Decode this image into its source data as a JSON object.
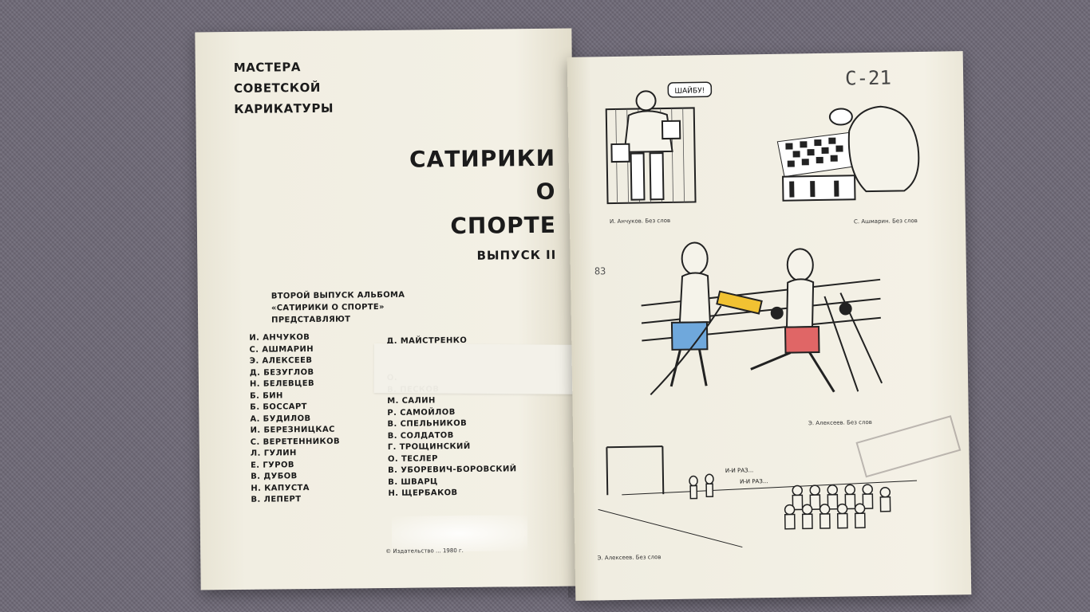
{
  "left_page": {
    "series": [
      "МАСТЕРА",
      "СОВЕТСКОЙ",
      "КАРИКАТУРЫ"
    ],
    "title_lines": [
      "САТИРИКИ",
      "О",
      "СПОРТЕ"
    ],
    "issue": "ВЫПУСК II",
    "intro_lines": [
      "ВТОРОЙ ВЫПУСК АЛЬБОМА",
      "«САТИРИКИ О СПОРТЕ»",
      "ПРЕДСТАВЛЯЮТ"
    ],
    "authors_col1": [
      "И. АНЧУКОВ",
      "С. АШМАРИН",
      "Э. АЛЕКСЕЕВ",
      "Д. БЕЗУГЛОВ",
      "Н. БЕЛЕВЦЕВ",
      "Б. БИН",
      "Б. БОССАРТ",
      "А. БУДИЛОВ",
      "И. БЕРЕЗНИЦКАС",
      "С. ВЕРЕТЕННИКОВ",
      "Л. ГУЛИН",
      "Е. ГУРОВ",
      "В. ДУБОВ",
      "Н. КАПУСТА",
      "В. ЛЕПЕРТ"
    ],
    "authors_col2_top": "Д. МАЙСТРЕНКО",
    "authors_col2": [
      "О.",
      "В. ПЕСКОВ",
      "М. САЛИН",
      "Р. САМОЙЛОВ",
      "В. СПЕЛЬНИКОВ",
      "В. СОЛДАТОВ",
      "Г. ТРОЩИНСКИЙ",
      "О. ТЕСЛЕР",
      "В. УБОРЕВИЧ-БОРОВСКИЙ",
      "В. ШВАРЦ",
      "Н. ЩЕРБАКОВ"
    ],
    "copyright": "© Издательство ... 1980 г."
  },
  "right_page": {
    "handwritten_ref": "С-21",
    "margin_number": "83",
    "speech_bubble": "ШАЙБУ!",
    "runner_text_1": "И-И РАЗ...",
    "runner_text_2": "И-И РАЗ...",
    "captions": {
      "hockey": "И. Анчуков. Без слов",
      "chess": "С. Ашмарин. Без слов",
      "boxing": "Э. Алексеев. Без слов",
      "race": "Э. Алексеев. Без слов"
    }
  }
}
